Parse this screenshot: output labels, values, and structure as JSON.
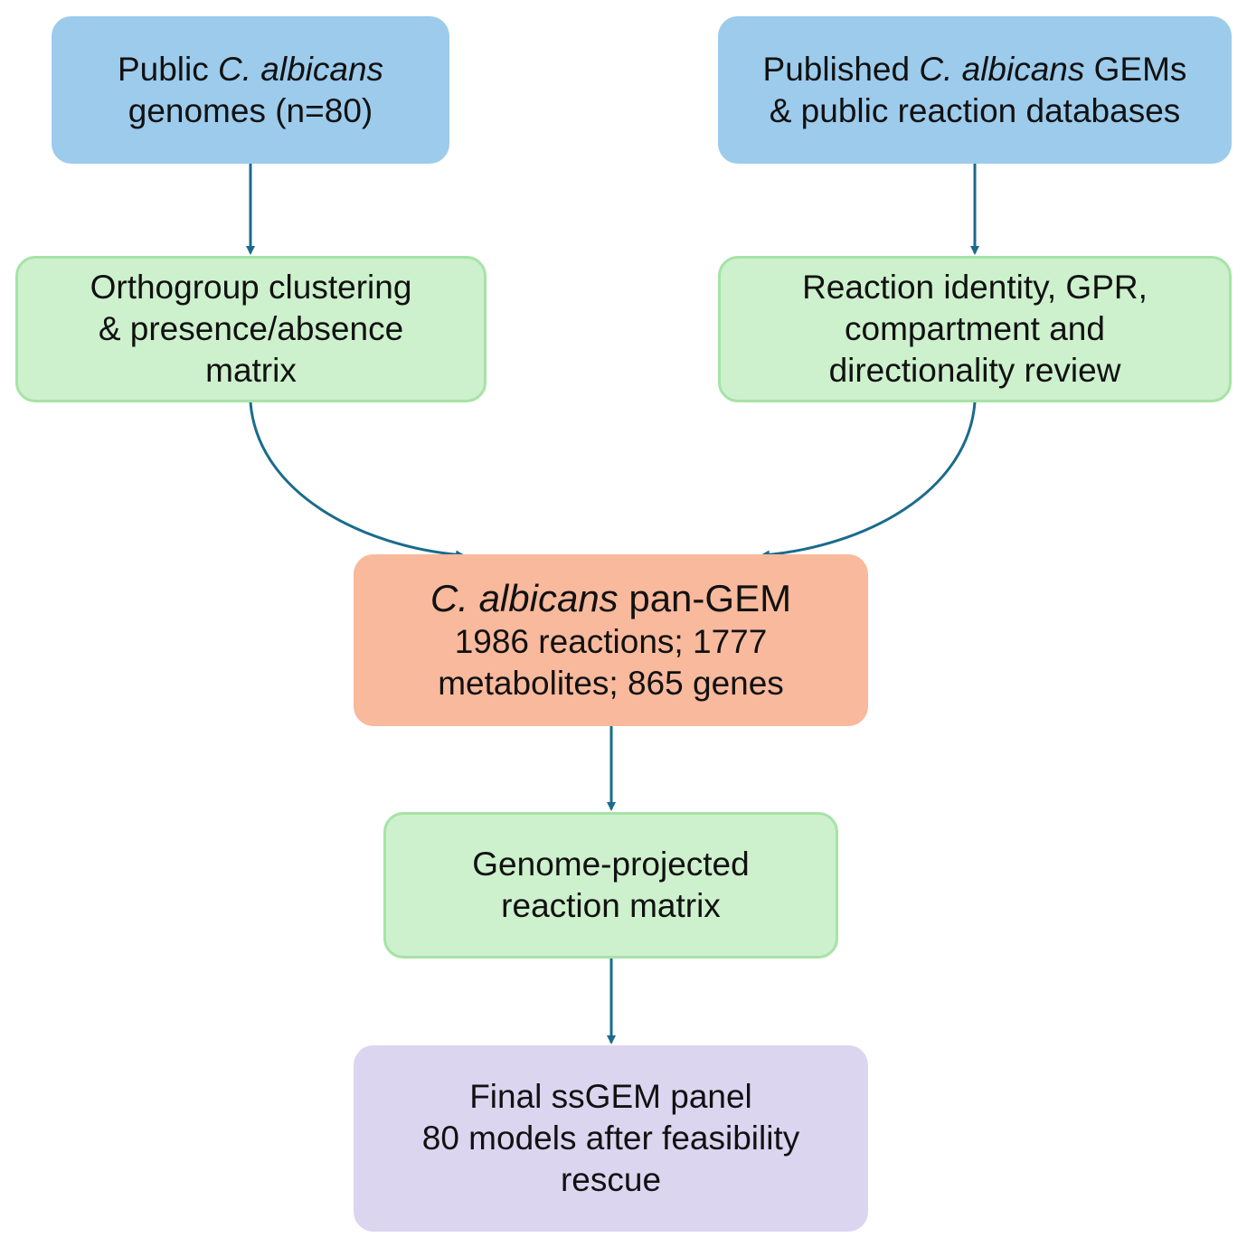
{
  "colors": {
    "input": "#9ccbec",
    "process": "#cdf0cd",
    "process_border": "#a6e3a6",
    "model": "#f9b99c",
    "output": "#dcd5f0",
    "arrow": "#1a6b8c"
  },
  "nodes": {
    "genomes": {
      "l1_a": "Public ",
      "l1_b": "C. albicans",
      "l2": "genomes (n=80)"
    },
    "published": {
      "l1_a": "Published ",
      "l1_b": "C. albicans",
      "l1_c": " GEMs",
      "l2": "& public reaction databases"
    },
    "ortho": {
      "l1": "Orthogroup clustering",
      "l2": "& presence/absence",
      "l3": "matrix"
    },
    "review": {
      "l1": "Reaction identity, GPR,",
      "l2": "compartment and",
      "l3": "directionality review"
    },
    "pangem": {
      "l1_a": "C. albicans",
      "l1_b": " pan-GEM",
      "l2": "1986 reactions; 1777",
      "l3": "metabolites; 865 genes"
    },
    "matrix": {
      "l1": "Genome-projected",
      "l2": "reaction matrix"
    },
    "final": {
      "l1": "Final ssGEM panel",
      "l2": "80 models after feasibility",
      "l3": "rescue"
    }
  }
}
